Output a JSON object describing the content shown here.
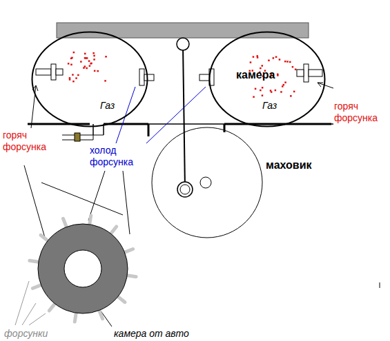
{
  "diagram": {
    "nodes": [
      {
        "text": [
          "Газ"
        ]
      },
      {
        "text": [
          "камера",
          "Газ"
        ]
      }
    ],
    "labels": [
      "горяч форсунка",
      "холод форсунка",
      "горяч форсунка",
      "маховик",
      "форсунки",
      "камера от авто"
    ]
  }
}
